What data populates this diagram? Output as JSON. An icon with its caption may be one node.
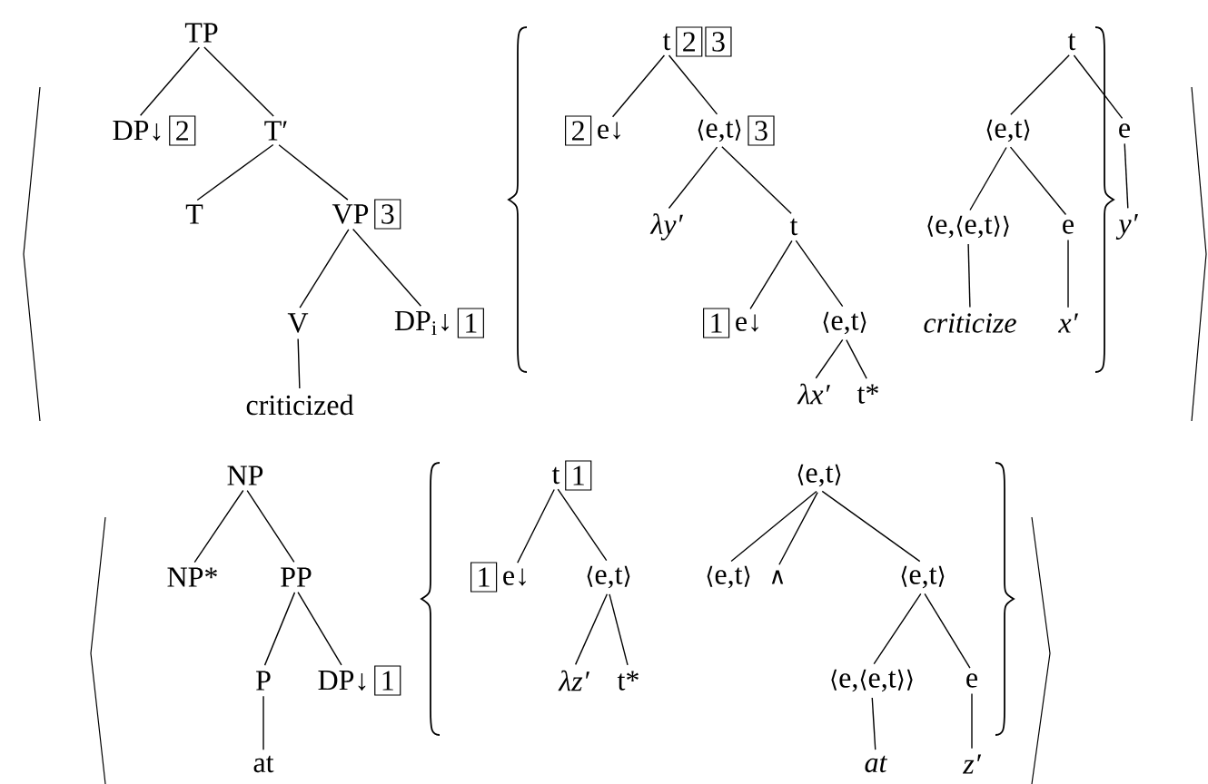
{
  "diagram": {
    "nodes": [
      {
        "text": [
          "TP"
        ]
      },
      {
        "text": [
          "DP↓"
        ]
      },
      {
        "text": [
          "2"
        ]
      },
      {
        "text": [
          "T′"
        ]
      },
      {
        "text": [
          "T"
        ]
      },
      {
        "text": [
          "VP"
        ]
      },
      {
        "text": [
          "3"
        ]
      },
      {
        "text": [
          "V"
        ]
      },
      {
        "text": [
          "DP$_{i}$↓"
        ]
      },
      {
        "text": [
          "1"
        ]
      },
      {
        "text": [
          "criticized"
        ]
      },
      {
        "text": [
          "t"
        ]
      },
      {
        "text": [
          "2"
        ]
      },
      {
        "text": [
          "3"
        ]
      },
      {
        "text": [
          "2"
        ]
      },
      {
        "text": [
          "e↓"
        ]
      },
      {
        "text": [
          "⟨e,t⟩"
        ]
      },
      {
        "text": [
          "3"
        ]
      },
      {
        "text": [
          "λy′"
        ]
      },
      {
        "text": [
          "t"
        ]
      },
      {
        "text": [
          "1"
        ]
      },
      {
        "text": [
          "e↓"
        ]
      },
      {
        "text": [
          "⟨e,t⟩"
        ]
      },
      {
        "text": [
          "λx′"
        ]
      },
      {
        "text": [
          "t*"
        ]
      },
      {
        "text": [
          "t"
        ]
      },
      {
        "text": [
          "⟨e,t⟩"
        ]
      },
      {
        "text": [
          "e"
        ]
      },
      {
        "text": [
          "⟨e,⟨e,t⟩⟩"
        ]
      },
      {
        "text": [
          "e"
        ]
      },
      {
        "text": [
          "y′"
        ]
      },
      {
        "text": [
          "criticize"
        ]
      },
      {
        "text": [
          "x′"
        ]
      },
      {
        "text": [
          "NP"
        ]
      },
      {
        "text": [
          "NP*"
        ]
      },
      {
        "text": [
          "PP"
        ]
      },
      {
        "text": [
          "P"
        ]
      },
      {
        "text": [
          "DP↓"
        ]
      },
      {
        "text": [
          "1"
        ]
      },
      {
        "text": [
          "at"
        ]
      },
      {
        "text": [
          "t"
        ]
      },
      {
        "text": [
          "1"
        ]
      },
      {
        "text": [
          "1"
        ]
      },
      {
        "text": [
          "e↓"
        ]
      },
      {
        "text": [
          "⟨e,t⟩"
        ]
      },
      {
        "text": [
          "λz′"
        ]
      },
      {
        "text": [
          "t*"
        ]
      },
      {
        "text": [
          "⟨e,t⟩"
        ]
      },
      {
        "text": [
          "⟨e,t⟩"
        ]
      },
      {
        "text": [
          "∧"
        ]
      },
      {
        "text": [
          "⟨e,t⟩"
        ]
      },
      {
        "text": [
          "⟨e,⟨e,t⟩⟩"
        ]
      },
      {
        "text": [
          "e"
        ]
      },
      {
        "text": [
          "at"
        ]
      },
      {
        "text": [
          "z′"
        ]
      }
    ],
    "edges": [
      {
        "from": 0,
        "to": 1,
        "arrow": "none"
      },
      {
        "from": 0,
        "to": 3,
        "arrow": "none"
      },
      {
        "from": 3,
        "to": 4,
        "arrow": "none"
      },
      {
        "from": 3,
        "to": 5,
        "arrow": "none"
      },
      {
        "from": 5,
        "to": 7,
        "arrow": "none"
      },
      {
        "from": 5,
        "to": 8,
        "arrow": "none"
      },
      {
        "from": 7,
        "to": 10,
        "arrow": "none"
      },
      {
        "from": 11,
        "to": 15,
        "arrow": "none"
      },
      {
        "from": 11,
        "to": 16,
        "arrow": "none"
      },
      {
        "from": 16,
        "to": 18,
        "arrow": "none"
      },
      {
        "from": 16,
        "to": 19,
        "arrow": "none"
      },
      {
        "from": 19,
        "to": 21,
        "arrow": "none"
      },
      {
        "from": 19,
        "to": 22,
        "arrow": "none"
      },
      {
        "from": 22,
        "to": 23,
        "arrow": "none"
      },
      {
        "from": 22,
        "to": 24,
        "arrow": "none"
      },
      {
        "from": 25,
        "to": 26,
        "arrow": "none"
      },
      {
        "from": 25,
        "to": 27,
        "arrow": "none"
      },
      {
        "from": 26,
        "to": 28,
        "arrow": "none"
      },
      {
        "from": 26,
        "to": 29,
        "arrow": "none"
      },
      {
        "from": 27,
        "to": 30,
        "arrow": "none"
      },
      {
        "from": 28,
        "to": 31,
        "arrow": "none"
      },
      {
        "from": 29,
        "to": 32,
        "arrow": "none"
      },
      {
        "from": 33,
        "to": 34,
        "arrow": "none"
      },
      {
        "from": 33,
        "to": 35,
        "arrow": "none"
      },
      {
        "from": 35,
        "to": 36,
        "arrow": "none"
      },
      {
        "from": 35,
        "to": 37,
        "arrow": "none"
      },
      {
        "from": 36,
        "to": 39,
        "arrow": "none"
      },
      {
        "from": 40,
        "to": 43,
        "arrow": "none"
      },
      {
        "from": 40,
        "to": 44,
        "arrow": "none"
      },
      {
        "from": 44,
        "to": 45,
        "arrow": "none"
      },
      {
        "from": 44,
        "to": 46,
        "arrow": "none"
      },
      {
        "from": 47,
        "to": 48,
        "arrow": "none"
      },
      {
        "from": 47,
        "to": 49,
        "arrow": "none"
      },
      {
        "from": 47,
        "to": 50,
        "arrow": "none"
      },
      {
        "from": 50,
        "to": 51,
        "arrow": "none"
      },
      {
        "from": 50,
        "to": 52,
        "arrow": "none"
      },
      {
        "from": 51,
        "to": 53,
        "arrow": "none"
      },
      {
        "from": 52,
        "to": 54,
        "arrow": "none"
      }
    ]
  }
}
